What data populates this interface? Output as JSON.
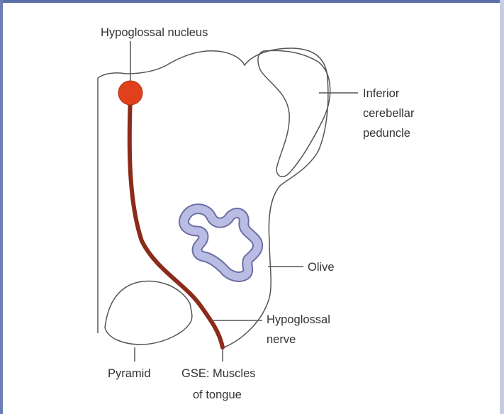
{
  "labels": {
    "hypoglossal_nucleus": "Hypoglossal nucleus",
    "inferior_line1": "Inferior",
    "inferior_line2": "cerebellar",
    "inferior_line3": "peduncle",
    "olive": "Olive",
    "hypoglossal_nerve_line1": "Hypoglossal",
    "hypoglossal_nerve_line2": "nerve",
    "pyramid": "Pyramid",
    "gse_line1": "GSE: Muscles",
    "gse_line2": "of tongue"
  },
  "colors": {
    "outline": "#555555",
    "nerve": "#8b2b1a",
    "nucleus": "#e0401c",
    "olive_fill": "#b9bde3",
    "olive_stroke": "#6c6fa6",
    "frame_edge": "#5a6fa8"
  }
}
